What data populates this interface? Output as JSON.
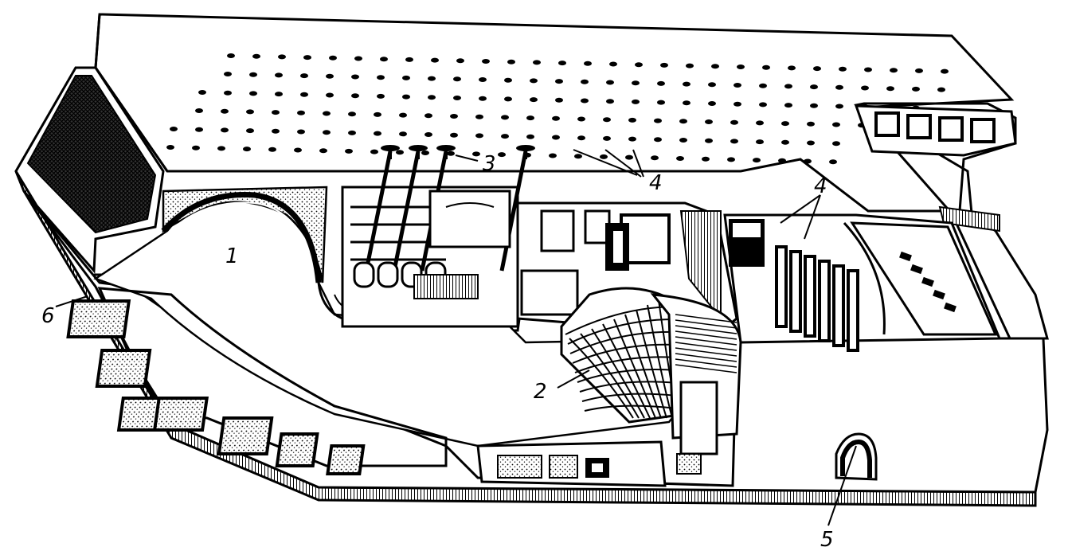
{
  "diagram": {
    "line_color": "#000000",
    "fill_color": "#ffffff",
    "stipple_color": "#000000",
    "callouts": [
      {
        "id": "callout-1",
        "label": "1"
      },
      {
        "id": "callout-2",
        "label": "2"
      },
      {
        "id": "callout-3",
        "label": "3"
      },
      {
        "id": "callout-4a",
        "label": "4"
      },
      {
        "id": "callout-4b",
        "label": "4"
      },
      {
        "id": "callout-5",
        "label": "5"
      },
      {
        "id": "callout-6",
        "label": "6"
      }
    ]
  }
}
